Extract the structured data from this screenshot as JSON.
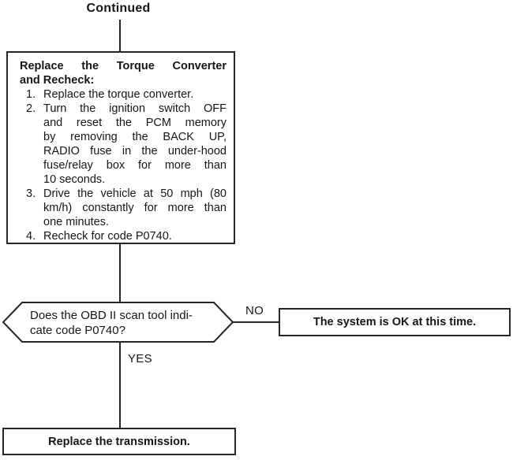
{
  "colors": {
    "ink": "#232323",
    "paper": "#ffffff"
  },
  "flow": {
    "continued_label": "Continued",
    "process_box": {
      "title_lines": [
        "Replace the Torque Converter",
        "and Recheck:"
      ],
      "steps": [
        {
          "num": "1.",
          "lines": [
            "Replace the torque converter."
          ]
        },
        {
          "num": "2.",
          "lines": [
            "Turn the ignition switch OFF",
            "and reset the PCM memory",
            "by removing the BACK UP,",
            "RADIO fuse in the under-hood",
            "fuse/relay box for more than",
            "10 seconds."
          ]
        },
        {
          "num": "3.",
          "lines": [
            "Drive the vehicle at 50 mph (80",
            "km/h) constantly for more than",
            "one minutes."
          ]
        },
        {
          "num": "4.",
          "lines": [
            "Recheck for code P0740."
          ]
        }
      ]
    },
    "decision": {
      "lines": [
        "Does the OBD II scan tool indi-",
        "cate code P0740?"
      ],
      "no_label": "NO",
      "yes_label": "YES"
    },
    "no_box_text": "The system is OK at this time.",
    "yes_box_text": "Replace the transmission."
  }
}
